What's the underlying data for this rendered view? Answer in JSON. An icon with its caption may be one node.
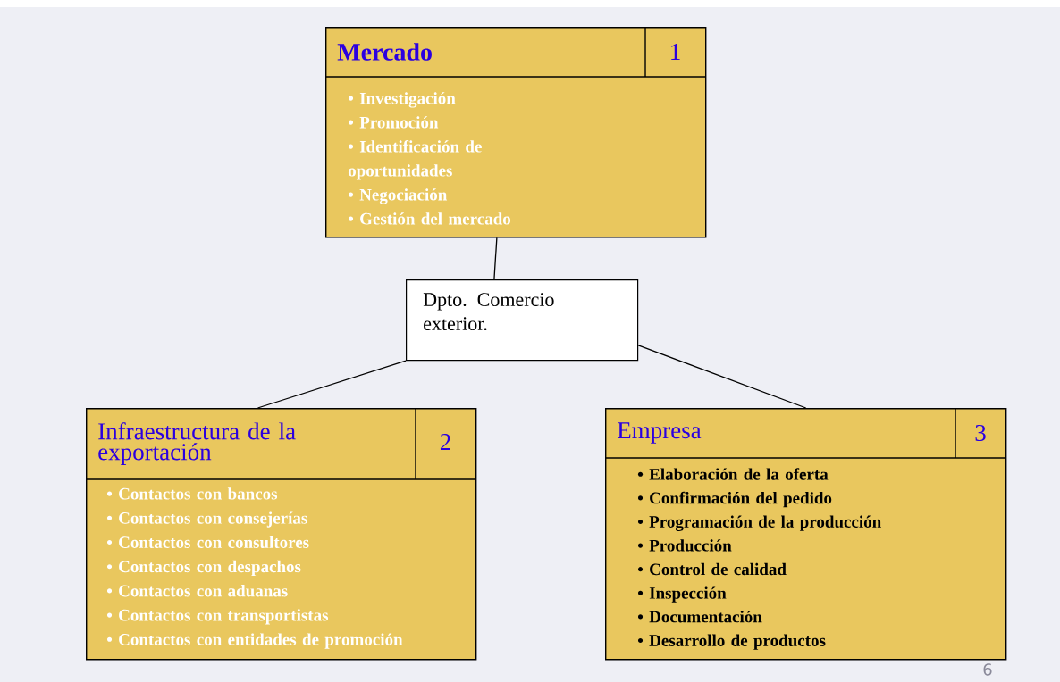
{
  "diagram": {
    "nodes": [
      {
        "text": [
          "Mercado",
          "1",
          "• Investigación",
          "• Promoción",
          "• Identificación de oportunidades",
          "• Negociación",
          "• Gestión del mercado"
        ]
      },
      {
        "text": [
          "Dpto. Comercio exterior."
        ]
      },
      {
        "text": [
          "Infraestructura de la exportación",
          "2",
          "• Contactos con bancos",
          "• Contactos con consejerías",
          "• Contactos con consultores",
          "• Contactos con despachos",
          "• Contactos con aduanas",
          "• Contactos con transportistas",
          "• Contactos con entidades de promoción"
        ]
      },
      {
        "text": [
          "Empresa",
          "3",
          "• Elaboración de la oferta",
          "• Confirmación del pedido",
          "• Programación de la producción",
          "• Producción",
          "• Control de calidad",
          "• Inspección",
          "• Documentación",
          "• Desarrollo de productos"
        ]
      }
    ],
    "edges": [
      {
        "from": 0,
        "to": 1,
        "arrow": "none"
      },
      {
        "from": 1,
        "to": 2,
        "arrow": "none"
      },
      {
        "from": 1,
        "to": 3,
        "arrow": "none"
      }
    ],
    "labels": [
      "6"
    ]
  }
}
